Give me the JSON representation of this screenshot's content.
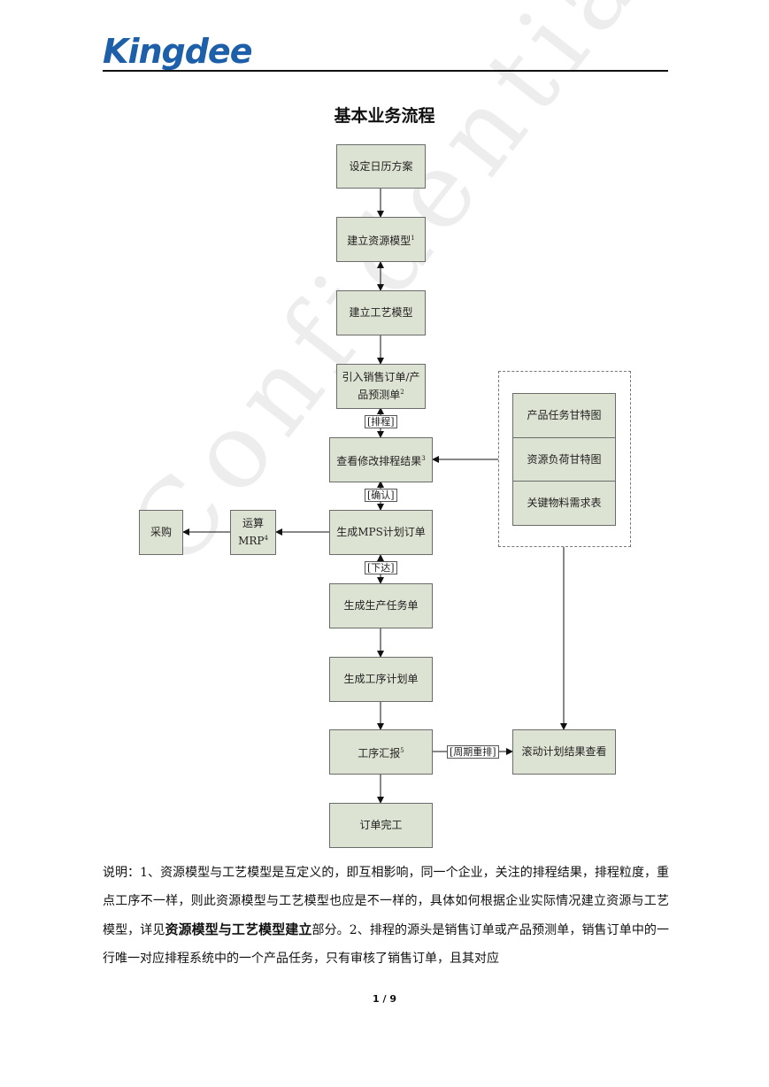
{
  "header": {
    "logo_text": "Kingdee"
  },
  "title": "基本业务流程",
  "watermark": "Confidential",
  "flow": {
    "set_calendar": "设定日历方案",
    "resource_model": "建立资源模型",
    "resource_model_sup": "1",
    "process_model": "建立工艺模型",
    "import_orders_line1": "引入销售订单/产",
    "import_orders_line2": "品预测单",
    "import_orders_sup": "2",
    "view_schedule": "查看修改排程结果",
    "view_schedule_sup": "3",
    "gen_mps": "生成MPS计划订单",
    "run_mrp_line1": "运算",
    "run_mrp_line2": "MRP",
    "run_mrp_sup": "4",
    "purchase": "采购",
    "gen_task": "生成生产任务单",
    "gen_op_plan": "生成工序计划单",
    "op_report": "工序汇报",
    "op_report_sup": "5",
    "order_complete": "订单完工",
    "rolling_plan": "滚动计划结果查看",
    "gantt_product": "产品任务甘特图",
    "gantt_resource": "资源负荷甘特图",
    "key_material": "关键物料需求表",
    "tag_schedule": "[排程]",
    "tag_confirm": "[确认]",
    "tag_release": "[下达]",
    "tag_reschedule": "[周期重排]"
  },
  "body": {
    "part1": "说明：1、资源模型与工艺模型是互定义的，即互相影响，同一个企业，关注的排程结果，排程粒度，重点工序不一样，则此资源模型与工艺模型也应是不一样的，具体如何根据企业实际情况建立资源与工艺模型，详见",
    "bold": "资源模型与工艺模型建立",
    "part2": "部分。2、排程的源头是销售订单或产品预测单，销售订单中的一行唯一对应排程系统中的一个产品任务，只有审核了销售订单，且其对应"
  },
  "footer": {
    "page": "1 / 9"
  }
}
